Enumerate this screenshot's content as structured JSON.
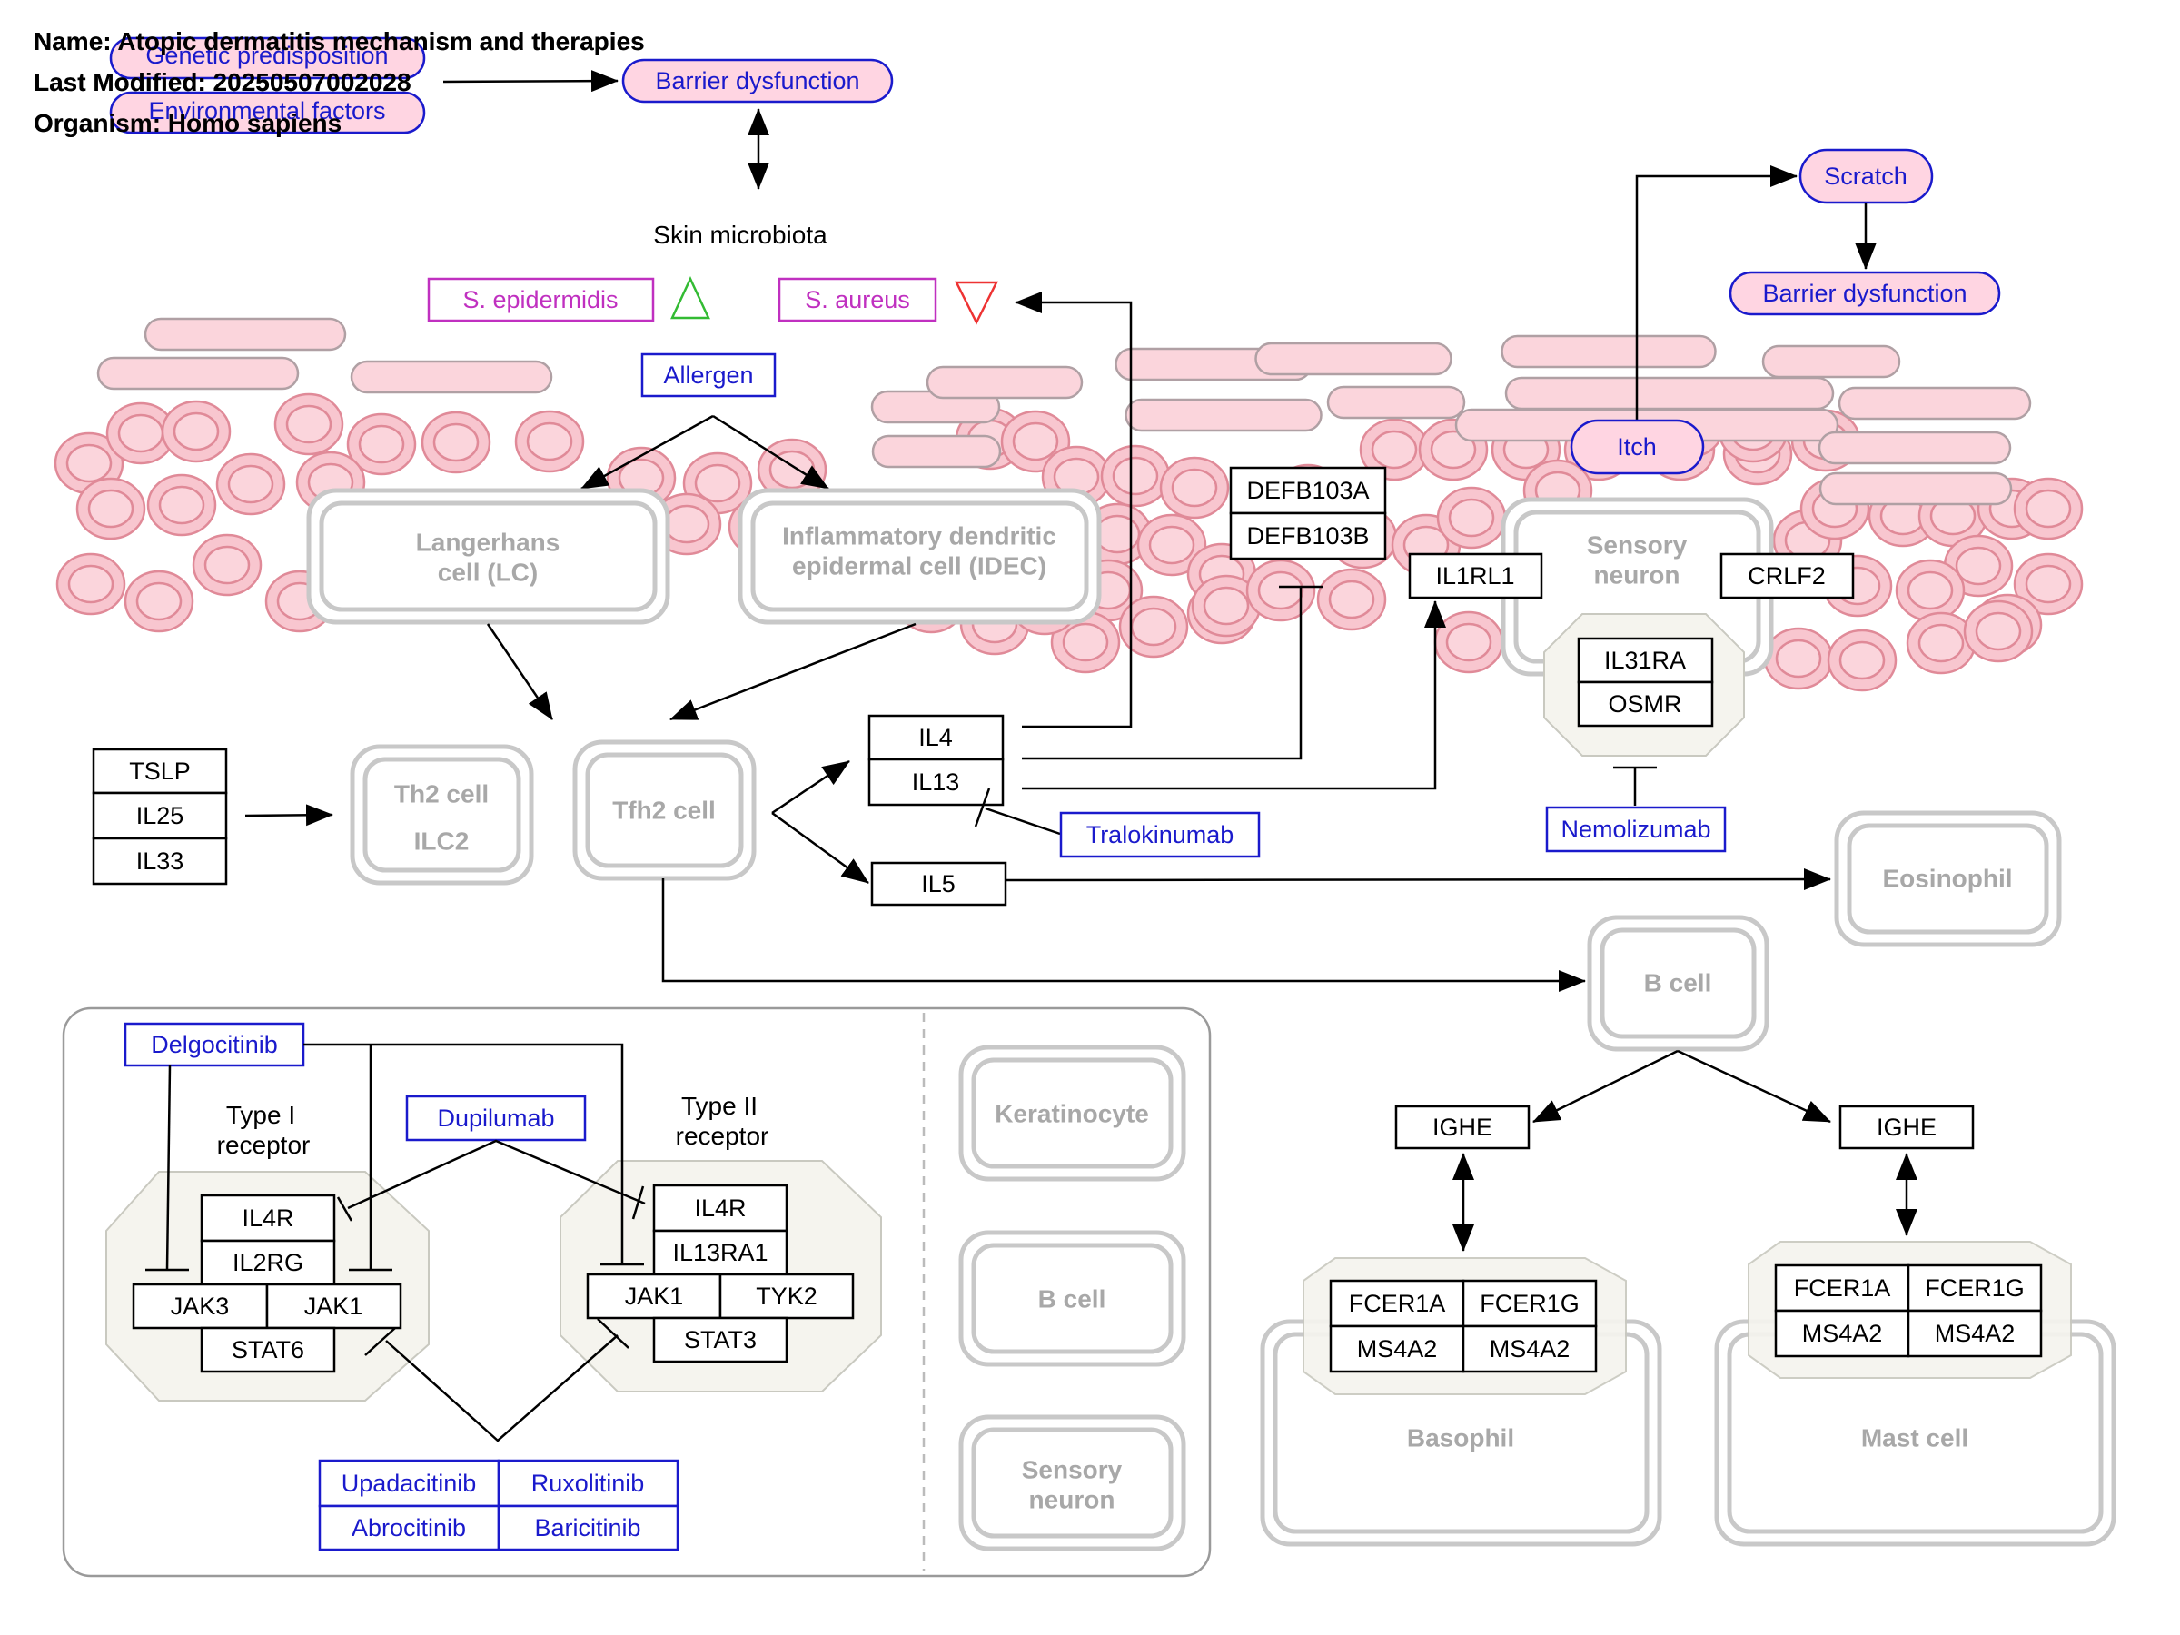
{
  "meta": {
    "name": "Name: Atopic dermatitis mechanism and therapies",
    "modified": "Last Modified: 20250507002028",
    "organism": "Organism: Homo sapiens"
  },
  "phenotypes": {
    "genetic": "Genetic predisposition",
    "environmental": "Environmental factors",
    "barrier1": "Barrier dysfunction",
    "scratch": "Scratch",
    "barrier2": "Barrier dysfunction",
    "itch": "Itch"
  },
  "microbiota": {
    "title": "Skin microbiota",
    "epidermidis": "S. epidermidis",
    "aureus": "S. aureus"
  },
  "allergen": "Allergen",
  "cells": {
    "lc": [
      "Langerhans",
      "cell (LC)"
    ],
    "idec": [
      "Inflammatory dendritic",
      "epidermal cell (IDEC)"
    ],
    "sensory": [
      "Sensory",
      "neuron"
    ],
    "th2": "Th2 cell",
    "ilc2": "ILC2",
    "tfh2": "Tfh2 cell",
    "eosinophil": "Eosinophil",
    "bcell": "B cell",
    "basophil": "Basophil",
    "mast": "Mast cell"
  },
  "genes": {
    "tslp": "TSLP",
    "il25": "IL25",
    "il33": "IL33",
    "il4": "IL4",
    "il13": "IL13",
    "il5": "IL5",
    "defb103a": "DEFB103A",
    "defb103b": "DEFB103B",
    "il1rl1": "IL1RL1",
    "crlf2": "CRLF2",
    "il31ra": "IL31RA",
    "osmr": "OSMR",
    "ighe1": "IGHE",
    "ighe2": "IGHE",
    "baso_fcer1a": "FCER1A",
    "baso_fcer1g": "FCER1G",
    "baso_ms4a2a": "MS4A2",
    "baso_ms4a2b": "MS4A2",
    "mast_fcer1a": "FCER1A",
    "mast_fcer1g": "FCER1G",
    "mast_ms4a2a": "MS4A2",
    "mast_ms4a2b": "MS4A2"
  },
  "drugs": {
    "tralokinumab": "Tralokinumab",
    "nemolizumab": "Nemolizumab",
    "delgocitinib": "Delgocitinib",
    "dupilumab": "Dupilumab",
    "upadacitinib": "Upadacitinib",
    "ruxolitinib": "Ruxolitinib",
    "abrocitinib": "Abrocitinib",
    "baricitinib": "Baricitinib"
  },
  "receptors": {
    "type1_title": [
      "Type I",
      "receptor"
    ],
    "type2_title": [
      "Type II",
      "receptor"
    ],
    "t1_il4r": "IL4R",
    "t1_il2rg": "IL2RG",
    "t1_jak3": "JAK3",
    "t1_jak1": "JAK1",
    "t1_stat6": "STAT6",
    "t2_il4r": "IL4R",
    "t2_il13ra1": "IL13RA1",
    "t2_jak1": "JAK1",
    "t2_tyk2": "TYK2",
    "t2_stat3": "STAT3"
  },
  "legend": {
    "keratinocyte": "Keratinocyte",
    "bcell": "B cell",
    "sensory": [
      "Sensory",
      "neuron"
    ]
  },
  "colors": {
    "drug": "#1a1acc",
    "bacteria_label": "#c030c0",
    "commensal_triangle": "#33bb33",
    "pathogen_triangle": "#ee3333",
    "keratinocyte": "#f8c6cf",
    "phenotype_fill": "#ffd5e2",
    "cell_outline": "#c8c8c8"
  }
}
